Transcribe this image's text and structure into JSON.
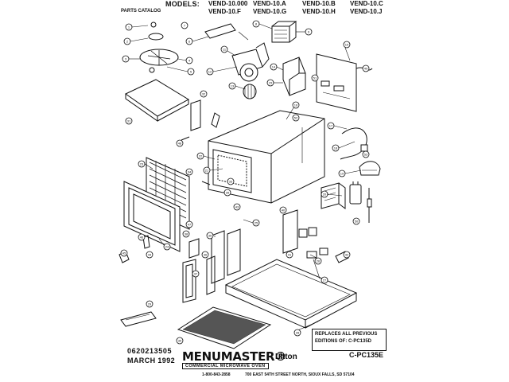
{
  "header": {
    "models_label": "MODELS:",
    "catalog_label": "PARTS CATALOG",
    "models": [
      "VEND-10.000",
      "VEND-10.A",
      "VEND-10.B",
      "VEND-10.C",
      "VEND-10.F",
      "VEND-10.G",
      "VEND-10.H",
      "VEND-10.J"
    ]
  },
  "replaces": {
    "line1": "REPLACES ALL PREVIOUS",
    "line2": "EDITIONS OF:  C-PC135D"
  },
  "footer": {
    "part_code": "0620213505",
    "date": "MARCH 1992",
    "brand": "MENUMASTER®",
    "brand_subtitle": "COMMERCIAL MICROWAVE OVEN",
    "manufacturer": "Litton",
    "form_number": "C-PC135E",
    "phone": "1-800-843-2858",
    "address": "700 EAST 54TH STREET NORTH, SIOUX FALLS, SD  57104"
  },
  "callouts": [
    "1",
    "2",
    "3",
    "4",
    "5",
    "6",
    "7",
    "8",
    "9",
    "10",
    "11",
    "12",
    "13",
    "14",
    "15",
    "16",
    "17",
    "18",
    "19",
    "20",
    "21",
    "22",
    "23",
    "24",
    "25",
    "26",
    "27",
    "28",
    "29",
    "30",
    "31",
    "32",
    "33",
    "34",
    "35",
    "36",
    "37",
    "38",
    "39",
    "40",
    "41",
    "42",
    "43",
    "44",
    "45",
    "46",
    "47",
    "48",
    "49",
    "50",
    "51",
    "52",
    "53"
  ]
}
